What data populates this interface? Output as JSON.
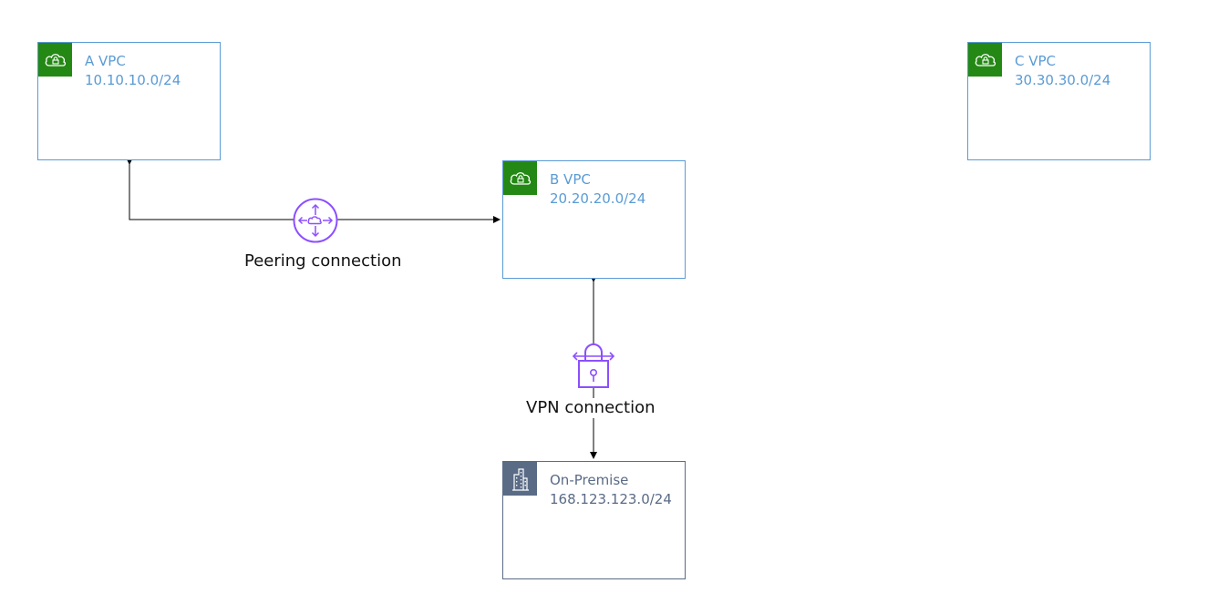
{
  "vpcs": {
    "a": {
      "name": "A VPC",
      "cidr": "10.10.10.0/24",
      "icon": "vpc-cloud-lock-icon"
    },
    "b": {
      "name": "B VPC",
      "cidr": "20.20.20.0/24",
      "icon": "vpc-cloud-lock-icon"
    },
    "c": {
      "name": "C VPC",
      "cidr": "30.30.30.0/24",
      "icon": "vpc-cloud-lock-icon"
    }
  },
  "onprem": {
    "name": "On-Premise",
    "cidr": "168.123.123.0/24",
    "icon": "corporate-building-icon"
  },
  "connections": {
    "peering": {
      "label": "Peering connection",
      "icon": "peering-router-icon"
    },
    "vpn": {
      "label": "VPN connection",
      "icon": "vpn-lock-icon"
    }
  },
  "colors": {
    "vpc_border": "#5a9bd5",
    "vpc_icon_bg": "#248814",
    "onprem": "#5a6b86",
    "service_icon": "#8c4fff",
    "connector": "#000000"
  }
}
